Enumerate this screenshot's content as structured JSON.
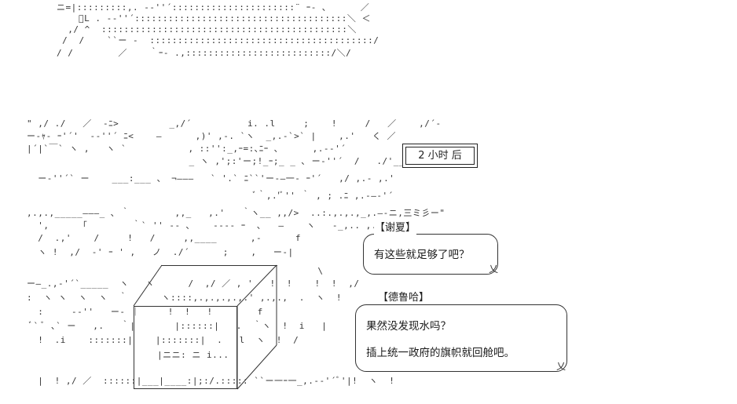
{
  "caption": {
    "text": "2 小时 后"
  },
  "dialogue": [
    {
      "speaker": "【谢夏】",
      "lines": [
        "有这些就足够了吧？"
      ]
    },
    {
      "speaker": "【德鲁哈】",
      "lines": [
        "果然没发现水吗？",
        "插上统一政府的旗帜就回舱吧。"
      ]
    }
  ],
  "art_lines": [
    "ニ=|:::::::::,. -‐''´::::::::::::::::::::::¨ ｰ- ､      ／",
    "    ﾞL . -‐''´::::::::::::::::::::::::::::::::::::::＼ ＜",
    "  ,/ ^  ::::::::::::::::::::::::::::::::::::::::::::＼",
    " /  /    ``ー -  ::::::::::::::::::::::::::::::::::::::::/",
    "/ /        ／    ｀ｰ- .,::::::::::::::::::::::::::/＼/",
    "",
    "",
    "",
    "",
    "\" ,/ ./   ／  -ﾆ>         _,/´          i. .l     ;    !     /   ／    ,/´-",
    "ー-ｬ‐ ｰ'´'  -‐''´ ﾆ<    ―      ,)' ,‐. `ヽ  _,.-`>` |    ,.'   く ／",
    "|´|`￣` ヽ ,   ヽ `           , ::'':_,ｰ=:､ﾆｰ ､      ,.-‐'´",
    "                             _ ヽ ,';:'ー;!_ｰ;_ _ ､ ー‐''´  /   ./'__",
    "  ー‐''´` ー    ___:___ 、 ¬―――   ` '.` ﾆ``'ー-―一‐ ｰ'´   ,/ ,.- ,.'",
    "                                         ﾞ｀,.'ﾞ'' ｀ , ; .ﾆ ,.-―‐'´",
    ",.,.,_____―――_ ､ ｀        ,,_   ,.'   ｀ヽ__ ,,/>  ..:.,.,.,_,.―-ニ,三ミ彡ー\"",
    "  ',      ｢        ｀` '' ‐- ､    ‐‐‐- ｰ  ､   ―    ヽ   -_,.. ,. -‐''´",
    "  /  .,'    /     !   /     ,,____      ,-      f ",
    "  ヽ !  ,/  ‐' ｰ ' ,   ノ  ./´      ;    ,   ー-| ",
    "                                                    \\ ",
    "ー―_.,‐'´`_____  ヽ   ヽ      /  ,/ ／ , '   !  !    !  !  ,/",
    ":  ヽ ヽ  ヽ  ヽ  ｀      ヽ::::,.,.,.,.,.' ,.,.,  .  ヽ  !",
    "  :     -‐''   ー- ｜     !  !   !        f",
    " ﾞ` ﾞ ､` ー   ,.   ｀|       |::::::|   .  ｀ヽ  !  i   |",
    "  !  .i    :::::::|    |:::::::|  .   l  ヽ  !  /",
    "  |  ! ,/ ／  ::::::|___|____:|;:/.::::: ``ー一ｰ一_,.-‐'´ﾞ'|!  ヽ  !"
  ],
  "box_label": "|ニニ: ニ i..."
}
